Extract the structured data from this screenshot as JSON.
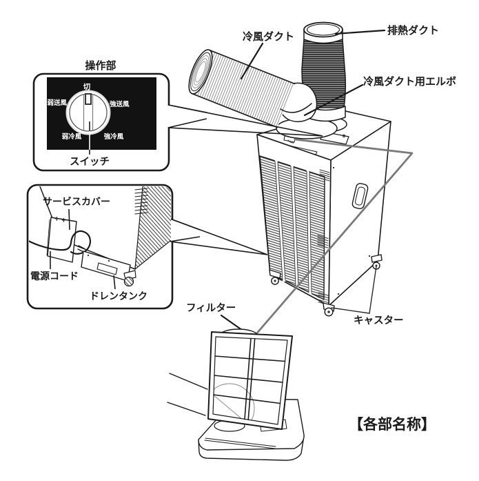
{
  "diagram_title": "【各部名称】",
  "part_labels": {
    "cold_air_duct": "冷風ダクト",
    "exhaust_duct": "排熱ダクト",
    "cold_air_duct_elbow": "冷風ダクト用エルボ",
    "filter": "フィルター",
    "caster": "キャスター"
  },
  "control_panel_callout": {
    "title": "操作部",
    "switch_label": "スイッチ",
    "dial_positions": {
      "off": "切",
      "fan_low": "弱送風",
      "fan_high": "強送風",
      "cool_low": "弱冷風",
      "cool_high": "強冷風"
    }
  },
  "rear_callout": {
    "service_cover": "サービスカバー",
    "power_cord": "電源コード",
    "drain_tank": "ドレンタンク"
  },
  "colors": {
    "ink": "#1a1a1a",
    "panel_background": "#121212",
    "dial_text": "#ffffff",
    "leader_gray": "#7a7a7a",
    "duct_shade": "#9a9a9a"
  }
}
